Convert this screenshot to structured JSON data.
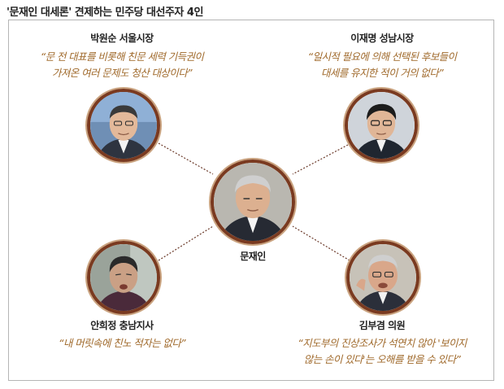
{
  "title": "'문재인 대세론' 견제하는 민주당 대선주자 4인",
  "center": {
    "name": "문재인",
    "photo_icon": "moon-jae-in-portrait"
  },
  "people": [
    {
      "id": "park",
      "name": "박원순 서울시장",
      "quote_lines": [
        "“문 전 대표를 비롯해 친문 세력 기득권이",
        "가져온 여러 문제도 청산 대상이다”"
      ],
      "photo_icon": "park-won-soon-portrait"
    },
    {
      "id": "lee",
      "name": "이재명 성남시장",
      "quote_lines": [
        "“일시적 필요에 의해 선택된 후보들이",
        "대세를 유지한 적이 거의 없다”"
      ],
      "photo_icon": "lee-jae-myung-portrait"
    },
    {
      "id": "ahn",
      "name": "안희정 충남지사",
      "quote_lines": [
        "“내 머릿속에 친노 적자는 없다”"
      ],
      "photo_icon": "ahn-hee-jung-portrait"
    },
    {
      "id": "kim",
      "name": "김부겸 의원",
      "quote_lines": [
        "“지도부의 진상조사가 석연치 않아 '보이지",
        "않는 손이 있다'는 오해를 받을 수 있다”"
      ],
      "photo_icon": "kim-boo-kyum-portrait"
    }
  ],
  "colors": {
    "quote": "#a06a2c",
    "ring": "#7a3a20",
    "connector": "#6b3a2a"
  }
}
